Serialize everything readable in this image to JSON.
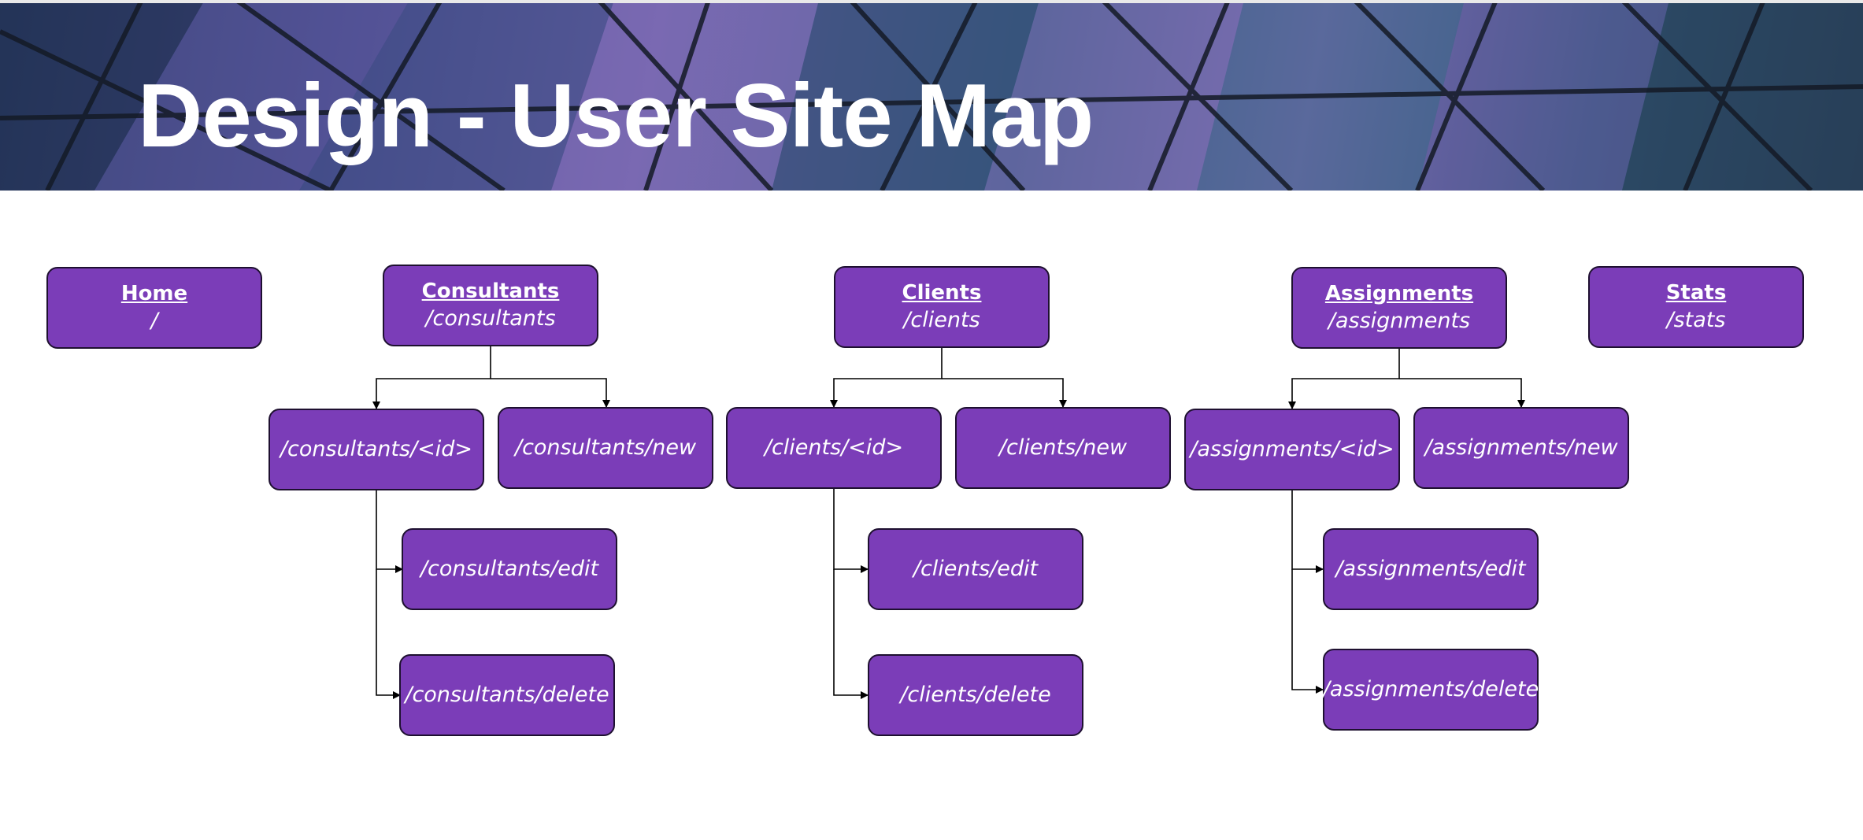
{
  "title": "Design - User Site Map",
  "colors": {
    "node_fill": "#7b3db8",
    "node_border": "#1e1030",
    "connector": "#000000",
    "title_text": "#ffffff"
  },
  "sections": {
    "home": {
      "name": "Home",
      "route": "/"
    },
    "consultants": {
      "name": "Consultants",
      "route": "/consultants",
      "children": [
        "/consultants/<id>",
        "/consultants/new"
      ],
      "id_children": [
        "/consultants/edit",
        "/consultants/delete"
      ]
    },
    "clients": {
      "name": "Clients",
      "route": "/clients",
      "children": [
        "/clients/<id>",
        "/clients/new"
      ],
      "id_children": [
        "/clients/edit",
        "/clients/delete"
      ]
    },
    "assignments": {
      "name": "Assignments",
      "route": "/assignments",
      "children": [
        "/assignments/<id>",
        "/assignments/new"
      ],
      "id_children": [
        "/assignments/edit",
        "/assignments/delete"
      ]
    },
    "stats": {
      "name": "Stats",
      "route": "/stats"
    }
  }
}
